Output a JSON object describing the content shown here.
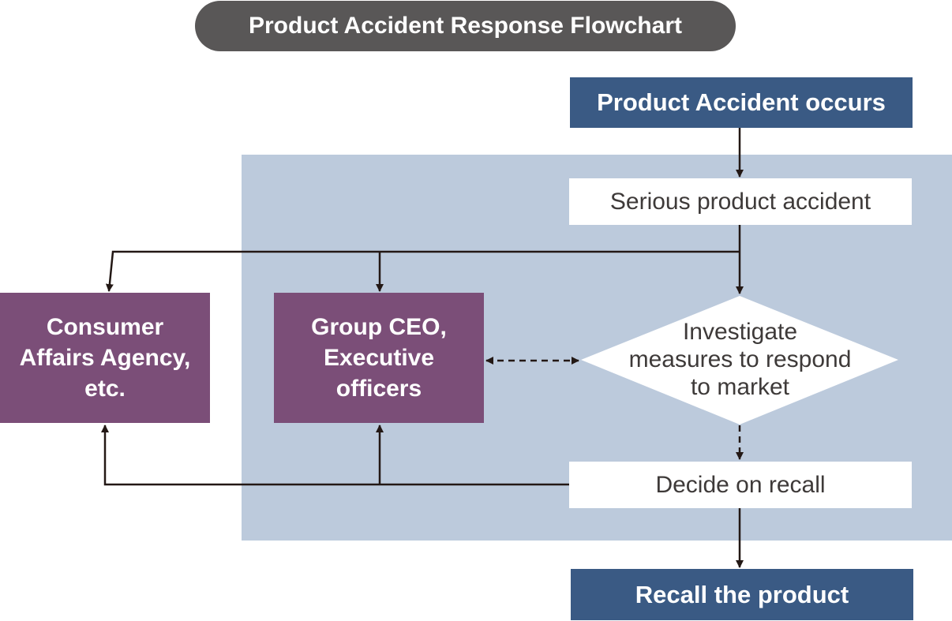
{
  "title": "Product Accident Response Flowchart",
  "colors": {
    "title_bg": "#595757",
    "panel_bg": "#bccadc",
    "navy": "#3a5a84",
    "purple": "#7b4e78",
    "text_dark": "#3e3a39",
    "line": "#231815"
  },
  "nodes": {
    "start": "Product Accident occurs",
    "serious": "Serious product accident",
    "investigate": "Investigate\nmeasures to respond\nto market",
    "decide": "Decide on recall",
    "end": "Recall the product",
    "agency": "Consumer\nAffairs Agency,\netc.",
    "ceo": "Group CEO,\nExecutive\nofficers"
  },
  "edges": [
    {
      "from": "start",
      "to": "serious",
      "style": "solid"
    },
    {
      "from": "serious",
      "to": "investigate",
      "style": "solid"
    },
    {
      "from": "serious",
      "to": "agency",
      "style": "solid"
    },
    {
      "from": "serious",
      "to": "ceo",
      "style": "solid"
    },
    {
      "from": "ceo",
      "to": "investigate",
      "style": "dashed",
      "bidirectional": true
    },
    {
      "from": "investigate",
      "to": "decide",
      "style": "dashed"
    },
    {
      "from": "decide",
      "to": "agency",
      "style": "solid"
    },
    {
      "from": "decide",
      "to": "ceo",
      "style": "solid"
    },
    {
      "from": "decide",
      "to": "end",
      "style": "solid"
    }
  ]
}
